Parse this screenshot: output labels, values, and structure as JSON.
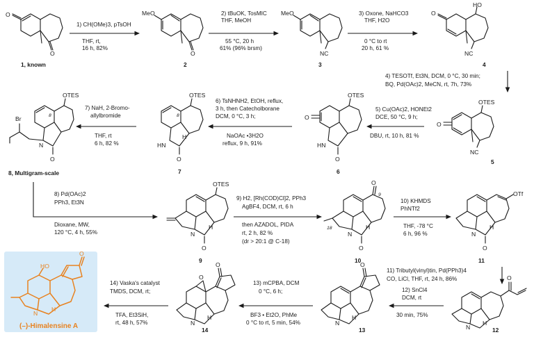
{
  "compounds": {
    "c1": "1, known",
    "c2": "2",
    "c3": "3",
    "c4": "4",
    "c5": "5",
    "c6": "6",
    "c7": "7",
    "c8": "8, Multigram-scale",
    "c9": "9",
    "c10": "10",
    "c11": "11",
    "c12": "12",
    "c13": "13",
    "c14": "14",
    "target": "(–)-Himalensine A"
  },
  "steps": {
    "s1": {
      "above": "1) CH(OMe)3, pTsOH",
      "below": [
        "THF, rt,",
        "16 h, 82%"
      ]
    },
    "s2": {
      "above": [
        "2) tBuOK, TosMIC",
        "THF, MeOH"
      ],
      "below": [
        "55 °C, 20 h",
        "61% (96% brsm)"
      ]
    },
    "s3": {
      "above": [
        "3) Oxone, NaHCO3",
        "THF, H2O"
      ],
      "below": [
        "0 °C to rt",
        "20 h, 61 %"
      ]
    },
    "s4": {
      "lines": [
        "4) TESOTf, Et3N, DCM, 0 °C, 30 min;",
        "BQ, Pd(OAc)2, MeCN, rt, 7h, 73%"
      ]
    },
    "s5": {
      "above": [
        "5) Cu(OAc)2, HONEt2",
        "DCE, 50 °C, 9 h;"
      ],
      "below": "DBU, rt, 10 h, 81 %"
    },
    "s6": {
      "above": [
        "6) TsNHNH2, EtOH, reflux,",
        "3 h, then Catecholborane",
        "DCM, 0 °C, 3 h;"
      ],
      "below": [
        "NaOAc •3H2O",
        "reflux, 9 h, 91%"
      ]
    },
    "s7": {
      "above": [
        "7) NaH, 2-Bromo-",
        "allylbromide"
      ],
      "below": [
        "THF, rt",
        "6 h, 82 %"
      ]
    },
    "s8": {
      "above": [
        "8) Pd(OAc)2",
        "PPh3, Et3N"
      ],
      "below": [
        "Dioxane, MW,",
        "120 °C, 4 h, 55%"
      ]
    },
    "s9": {
      "above": [
        "9) H2, [Rh(COD)Cl]2, PPh3",
        "AgBF4, DCM, rt, 6 h"
      ],
      "below": [
        "then AZADOL, PIDA",
        "rt, 2 h, 82 %",
        "(dr > 20:1 @ C-18)"
      ]
    },
    "s10": {
      "above": [
        "10) KHMDS",
        "PhNTf2"
      ],
      "below": [
        "THF, -78 °C",
        "6 h, 96 %"
      ]
    },
    "s11": {
      "lines": [
        "11) Tributyl(vinyl)tin, Pd(PPh3)4",
        "CO, LiCl, THF, rt, 24 h, 86%"
      ]
    },
    "s12": {
      "above": "12) SnCl4",
      "above2": "DCM, rt",
      "below": "30 min, 75%"
    },
    "s13": {
      "above": [
        "13) mCPBA, DCM",
        "0 °C, 6 h;"
      ],
      "below": [
        "BF3 • Et2O, PhMe",
        "0 °C to rt, 5 min, 54%"
      ]
    },
    "s14": {
      "above": [
        "14) Vaska's catalyst",
        "TMDS, DCM, rt;"
      ],
      "below": [
        "TFA, Et3SiH,",
        "rt, 48 h, 57%"
      ]
    }
  },
  "atoms": {
    "O": "O",
    "MeO": "MeO",
    "NC": "NC",
    "HO": "HO",
    "OTES": "OTES",
    "OTf": "OTf",
    "N": "N",
    "HN": "HN",
    "H": "H",
    "Br": "Br",
    "n8": "8",
    "n9": "9",
    "n18": "18"
  },
  "colors": {
    "ink": "#1a1a1a",
    "target_box": "#d6eaf8",
    "target_ink": "#e8821f"
  }
}
